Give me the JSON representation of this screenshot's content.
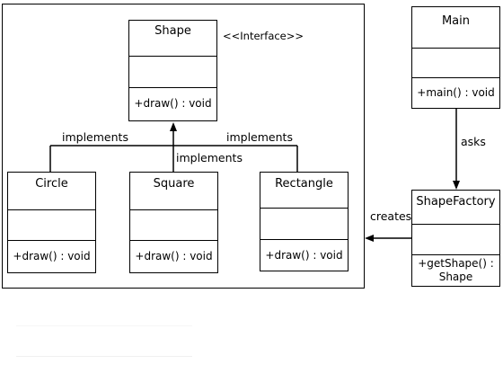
{
  "diagram": {
    "shape": {
      "name": "Shape",
      "stereotype": "<<Interface>>",
      "operation": "+draw() : void"
    },
    "circle": {
      "name": "Circle",
      "operation": "+draw() : void"
    },
    "square": {
      "name": "Square",
      "operation": "+draw() : void"
    },
    "rectangle": {
      "name": "Rectangle",
      "operation": "+draw() : void"
    },
    "main": {
      "name": "Main",
      "operation": "+main() : void"
    },
    "factory": {
      "name": "ShapeFactory",
      "operation": "+getShape() : Shape"
    },
    "labels": {
      "implements_left": "implements",
      "implements_mid": "implements",
      "implements_right": "implements",
      "asks": "asks",
      "creates": "creates"
    }
  }
}
